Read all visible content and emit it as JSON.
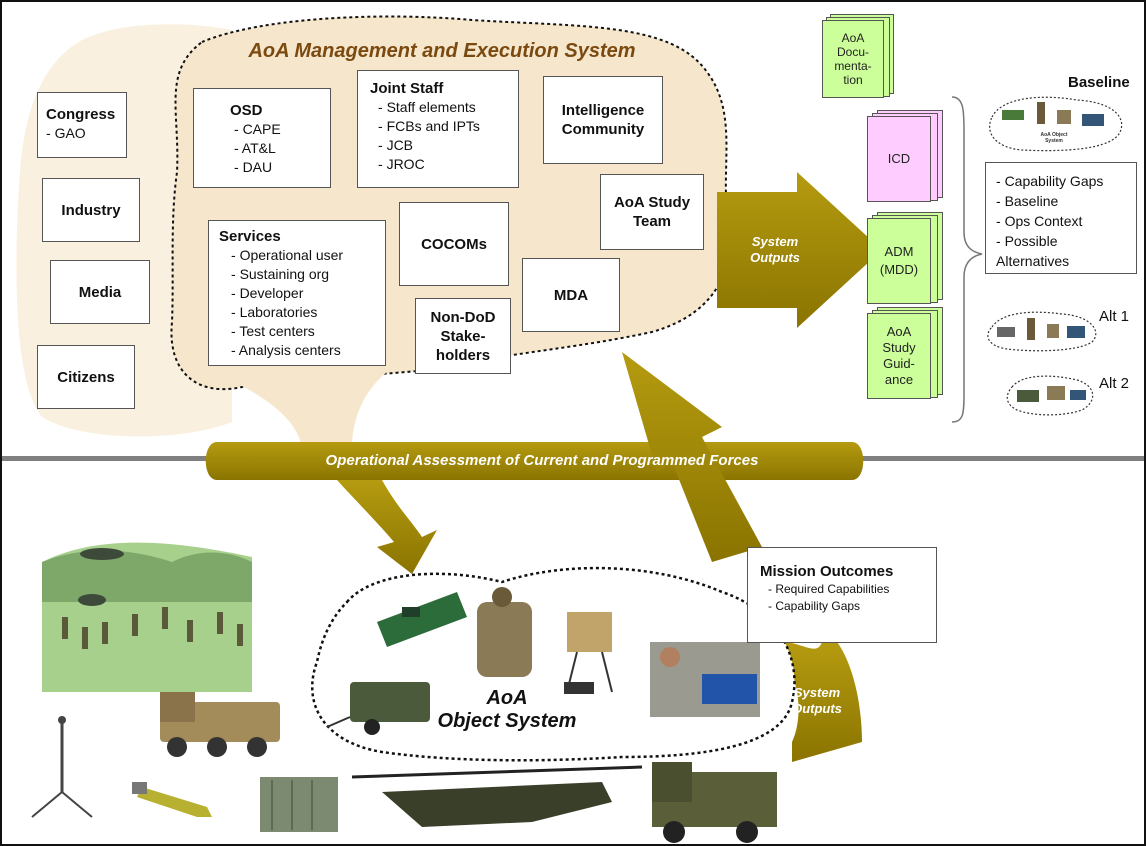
{
  "management": {
    "title": "AoA Management and Execution System",
    "external": [
      {
        "title": "Congress",
        "items": [
          "GAO"
        ]
      },
      {
        "title": "Industry"
      },
      {
        "title": "Media"
      },
      {
        "title": "Citizens"
      }
    ],
    "osd": {
      "title": "OSD",
      "items": [
        "CAPE",
        "AT&L",
        "DAU"
      ]
    },
    "joint_staff": {
      "title": "Joint Staff",
      "items": [
        "Staff elements",
        "FCBs and IPTs",
        "JCB",
        "JROC"
      ]
    },
    "intel": "Intelligence Community",
    "study_team": "AoA Study Team",
    "services": {
      "title": "Services",
      "items": [
        "Operational user",
        "Sustaining org",
        "Developer",
        "Laboratories",
        "Test centers",
        "Analysis centers"
      ]
    },
    "cocoms": "COCOMs",
    "mda": "MDA",
    "non_dod": "Non-DoD Stake-holders"
  },
  "outputs": {
    "system_outputs_label": "System Outputs",
    "docs": [
      "AoA Docu-menta-tion",
      "ICD",
      "ADM (MDD)",
      "AoA Study Guid-ance"
    ],
    "baseline_label": "Baseline",
    "baseline_caption": "AoA Object System",
    "baseline_items": [
      "Capability Gaps",
      "Baseline",
      "Ops Context",
      "Possible Alternatives"
    ],
    "alt1": "Alt 1",
    "alt2": "Alt 2"
  },
  "band": "Operational Assessment of Current and Programmed Forces",
  "object_system": {
    "title_line1": "AoA",
    "title_line2": "Object System"
  },
  "mission": {
    "title": "Mission Outcomes",
    "items": [
      "Required Capabilities",
      "Capability Gaps"
    ],
    "system_outputs_label": "System Outputs"
  },
  "colors": {
    "cloud_fill": "#f5e6cc",
    "cloud_fill_light": "#faf0e0",
    "title_brown": "#7b4a10",
    "arrow_olive": "#9a8300",
    "doc_green": "#ccff99",
    "doc_pink": "#ffccff",
    "divider": "#808080"
  }
}
